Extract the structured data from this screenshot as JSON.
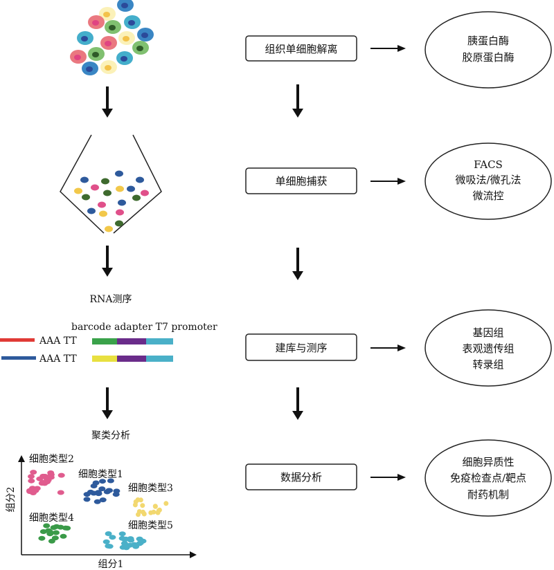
{
  "steps": [
    {
      "label": "组织单细胞解离",
      "methods": [
        "胰蛋白酶",
        "胶原蛋白酶"
      ]
    },
    {
      "label": "单细胞捕获",
      "methods": [
        "FACS",
        "微吸法/微孔法",
        "微流控"
      ]
    },
    {
      "label": "建库与测序",
      "methods": [
        "基因组",
        "表观遗传组",
        "转录组"
      ]
    },
    {
      "label": "数据分析",
      "methods": [
        "细胞异质性",
        "免疫检查点/靶点",
        "耐药机制"
      ]
    }
  ],
  "sequencing": {
    "title": "RNA测序",
    "header": "barcode adapter T7 promoter",
    "reads": [
      {
        "label": "AAA TT",
        "line_color": "#e03a35",
        "barcode_color": "#3aa24a"
      },
      {
        "label": "AAA TT",
        "line_color": "#2e5a9c",
        "barcode_color": "#e8e040"
      }
    ],
    "adapter_color": "#6a2c8a",
    "promoter_color": "#4ab0c8"
  },
  "clustering": {
    "title": "聚类分析",
    "x_axis_label": "组分1",
    "y_axis_label": "组分2",
    "clusters": [
      {
        "label": "细胞类型2",
        "color": "#e05c8e"
      },
      {
        "label": "细胞类型1",
        "color": "#2e5a9c"
      },
      {
        "label": "细胞类型3",
        "color": "#f2d870"
      },
      {
        "label": "细胞类型4",
        "color": "#3a9a48"
      },
      {
        "label": "细胞类型5",
        "color": "#4ab0c8"
      }
    ]
  }
}
